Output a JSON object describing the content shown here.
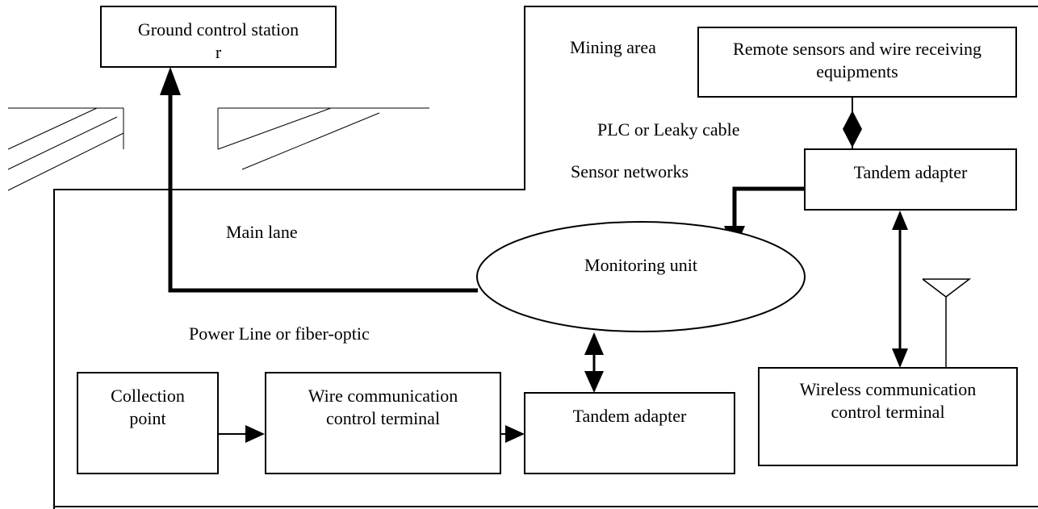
{
  "boxes": {
    "ground_control": {
      "line1": "Ground control station",
      "line2": "r"
    },
    "remote_sensors": {
      "line1": "Remote sensors and wire receiving",
      "line2": "equipments"
    },
    "tandem_top": {
      "label": "Tandem adapter"
    },
    "monitoring_unit": {
      "label": "Monitoring unit"
    },
    "wireless_terminal": {
      "line1": "Wireless communication",
      "line2": "control terminal"
    },
    "collection_point": {
      "line1": "Collection",
      "line2": "point"
    },
    "wire_terminal": {
      "line1": "Wire communication",
      "line2": "control terminal"
    },
    "tandem_bottom": {
      "label": "Tandem adapter"
    }
  },
  "labels": {
    "mining_area": "Mining area",
    "plc_cable": "PLC or Leaky cable",
    "sensor_networks": "Sensor networks",
    "main_lane": "Main lane",
    "power_line": "Power Line or fiber-optic"
  },
  "colors": {
    "line": "#000000",
    "background": "#ffffff"
  }
}
